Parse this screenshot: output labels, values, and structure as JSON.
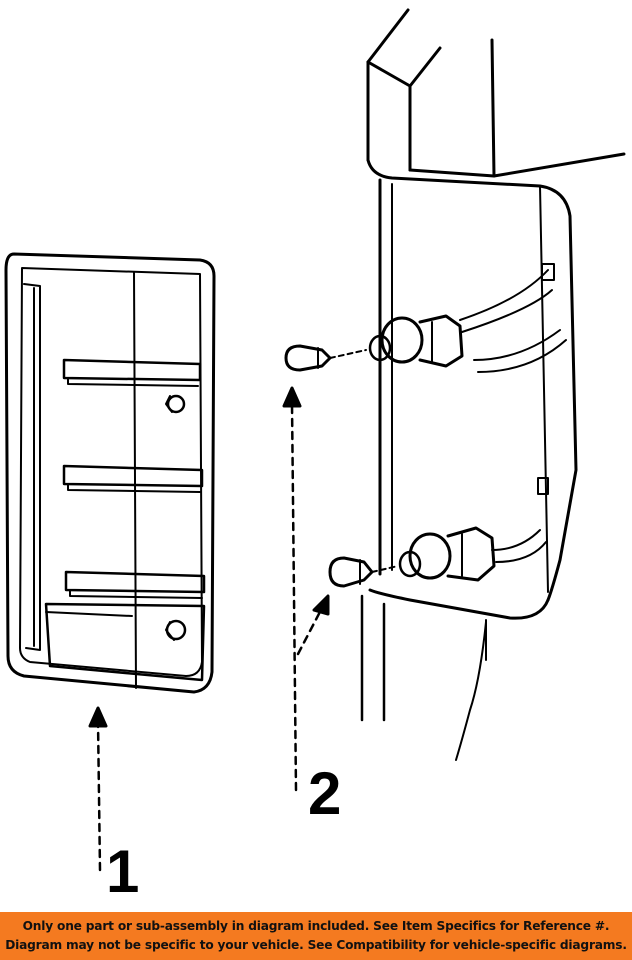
{
  "diagram": {
    "callouts": [
      {
        "number": "1"
      },
      {
        "number": "2"
      }
    ]
  },
  "disclaimer": {
    "line1": "Only one part or sub-assembly in diagram included. See Item Specifics for Reference #.",
    "line2": "Diagram may not be specific to your vehicle. See Compatibility for vehicle-specific diagrams.",
    "background_color": "#f47a20"
  }
}
